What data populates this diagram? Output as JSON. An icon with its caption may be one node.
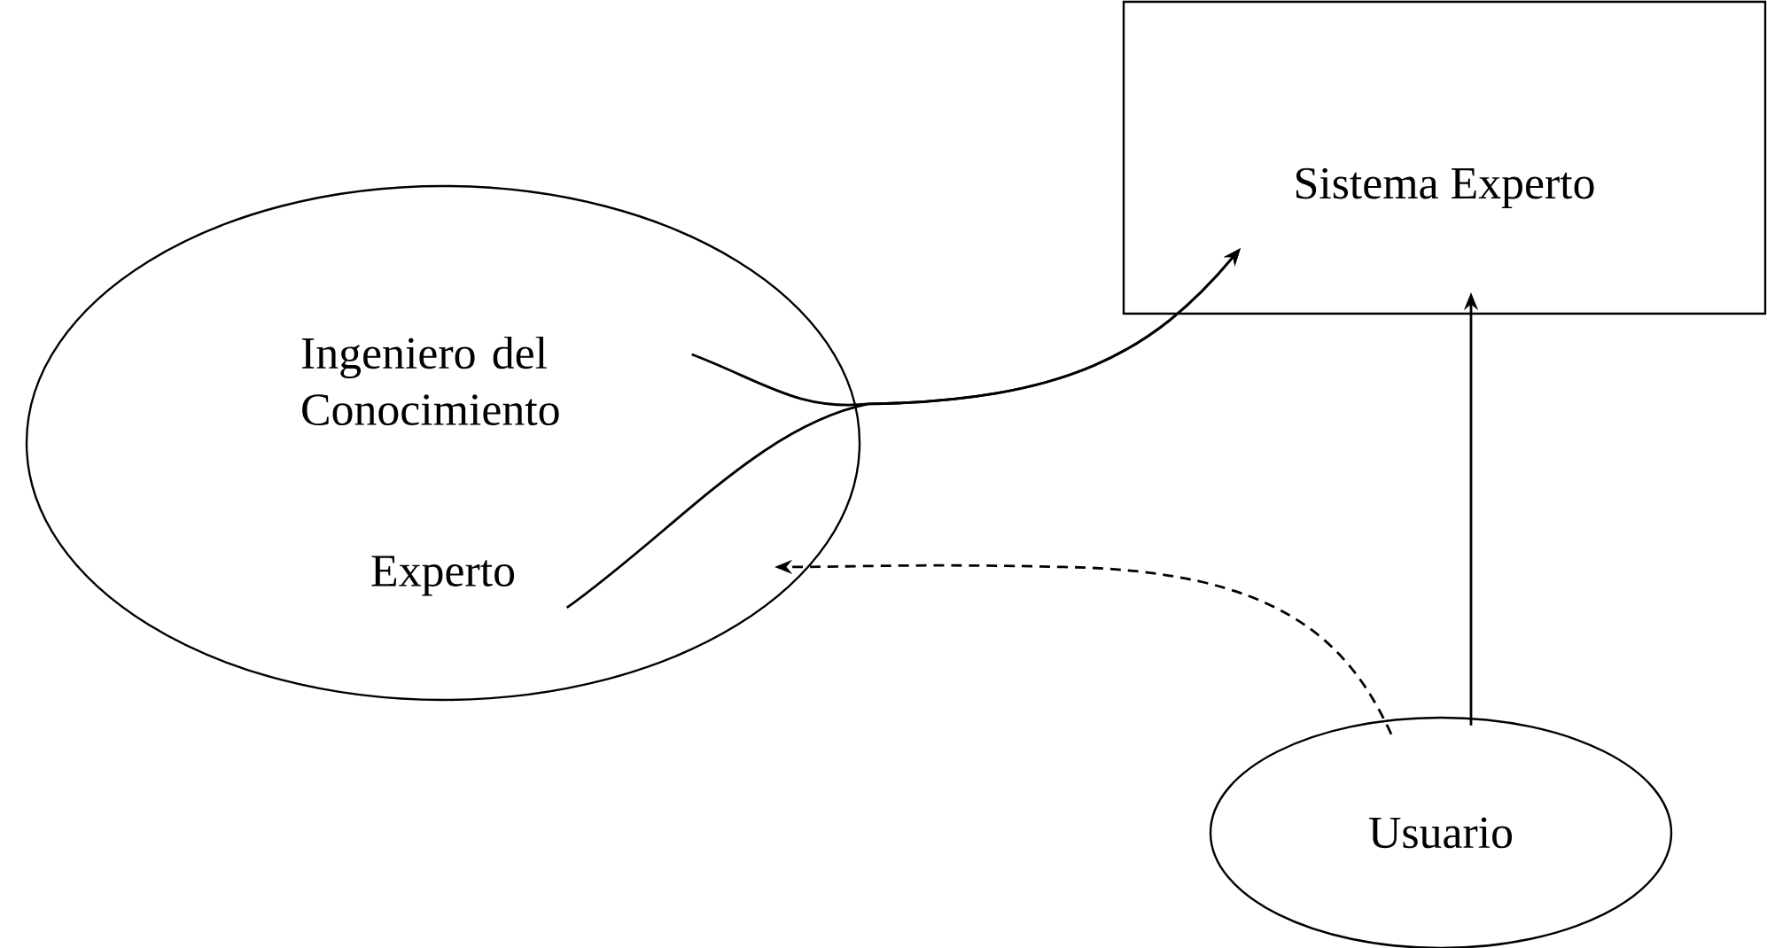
{
  "diagram": {
    "nodes": [
      {
        "text": [],
        "shape": "ellipse"
      },
      {
        "text": [
          "Ingeniero del Conocimiento"
        ],
        "in": 0
      },
      {
        "text": [
          "Experto"
        ],
        "in": 0
      },
      {
        "text": [
          "Sistema Experto"
        ]
      },
      {
        "text": [
          "Usuario"
        ]
      }
    ],
    "edges": [
      {
        "from": 1,
        "to": 3,
        "arrow": "to"
      },
      {
        "from": 2,
        "to": 3,
        "arrow": "to"
      },
      {
        "from": 4,
        "to": 0,
        "arrow": "to",
        "style": "dashed"
      },
      {
        "from": 4,
        "to": 3,
        "arrow": "to"
      }
    ]
  }
}
